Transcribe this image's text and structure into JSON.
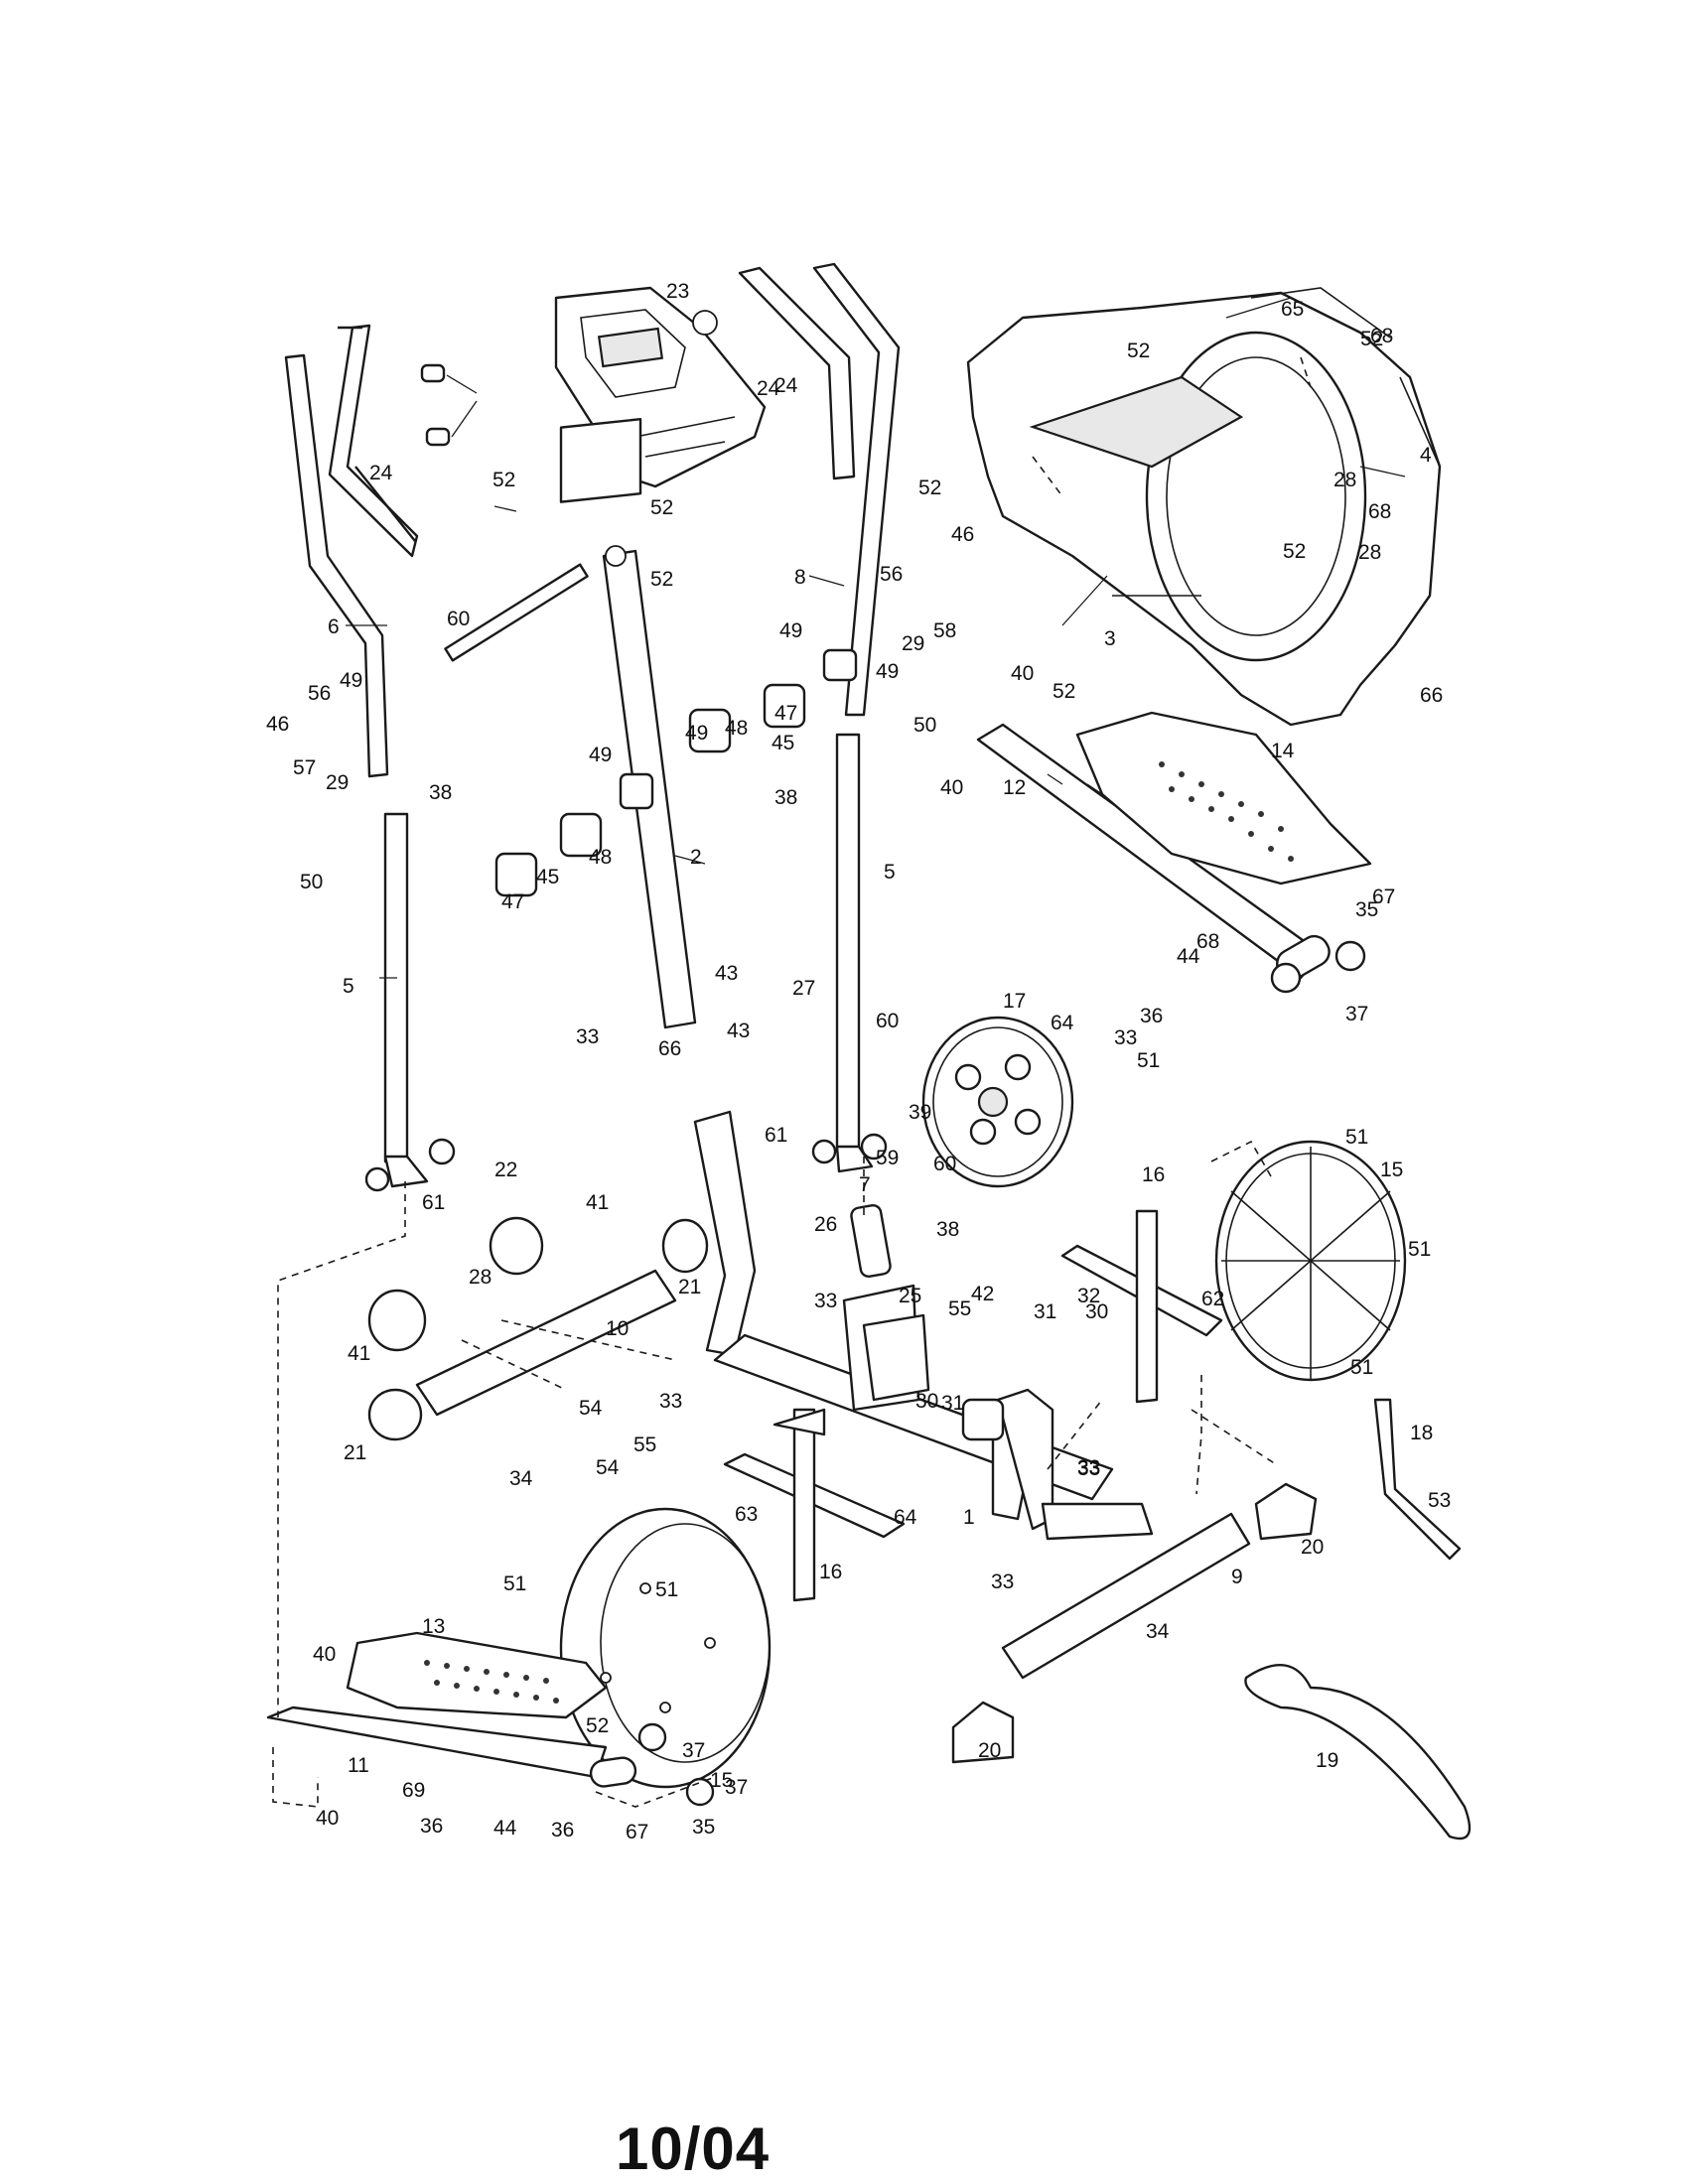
{
  "footer": {
    "code": "10/04"
  },
  "callouts": [
    "1",
    "2",
    "3",
    "4",
    "5",
    "5",
    "6",
    "7",
    "8",
    "9",
    "10",
    "11",
    "12",
    "13",
    "14",
    "15",
    "15",
    "16",
    "16",
    "17",
    "18",
    "19",
    "20",
    "20",
    "21",
    "21",
    "22",
    "23",
    "24",
    "24",
    "24",
    "25",
    "26",
    "27",
    "28",
    "28",
    "28",
    "29",
    "29",
    "30",
    "30",
    "31",
    "31",
    "32",
    "33",
    "33",
    "33",
    "33",
    "33",
    "33",
    "33",
    "34",
    "34",
    "35",
    "35",
    "36",
    "36",
    "36",
    "37",
    "37",
    "37",
    "38",
    "38",
    "38",
    "39",
    "40",
    "40",
    "40",
    "40",
    "41",
    "41",
    "42",
    "43",
    "43",
    "44",
    "44",
    "45",
    "45",
    "46",
    "46",
    "47",
    "47",
    "48",
    "48",
    "49",
    "49",
    "49",
    "49",
    "49",
    "50",
    "50",
    "51",
    "51",
    "51",
    "51",
    "51",
    "51",
    "52",
    "52",
    "52",
    "52",
    "52",
    "52",
    "52",
    "52",
    "52",
    "53",
    "54",
    "54",
    "55",
    "55",
    "56",
    "56",
    "57",
    "58",
    "59",
    "60",
    "60",
    "60",
    "61",
    "61",
    "62",
    "63",
    "64",
    "64",
    "65",
    "66",
    "66",
    "67",
    "67",
    "68",
    "68",
    "68",
    "69"
  ]
}
